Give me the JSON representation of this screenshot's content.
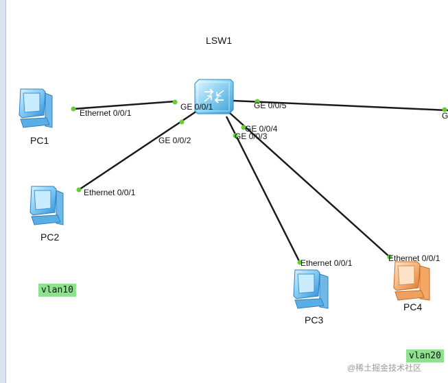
{
  "switch": {
    "name": "LSW1"
  },
  "ports": {
    "ge001": "GE 0/0/1",
    "ge002": "GE 0/0/2",
    "ge003": "GE 0/0/3",
    "ge004": "GE 0/0/4",
    "ge005": "GE 0/0/5",
    "ge005_far": "G"
  },
  "pcs": [
    {
      "name": "PC1",
      "port": "Ethernet 0/0/1"
    },
    {
      "name": "PC2",
      "port": "Ethernet 0/0/1"
    },
    {
      "name": "PC3",
      "port": "Ethernet 0/0/1"
    },
    {
      "name": "PC4",
      "port": "Ethernet 0/0/1"
    }
  ],
  "vlans": [
    "vlan10",
    "vlan20"
  ],
  "watermark": "@稀土掘金技术社区",
  "colors": {
    "link": "#1a1a1a",
    "port_dot": "#66cc33",
    "pc_blue": "#4aa8e8",
    "pc_orange": "#f0a05a",
    "switch": "#7fc6ea",
    "vlan_bg": "#8fe08f"
  }
}
